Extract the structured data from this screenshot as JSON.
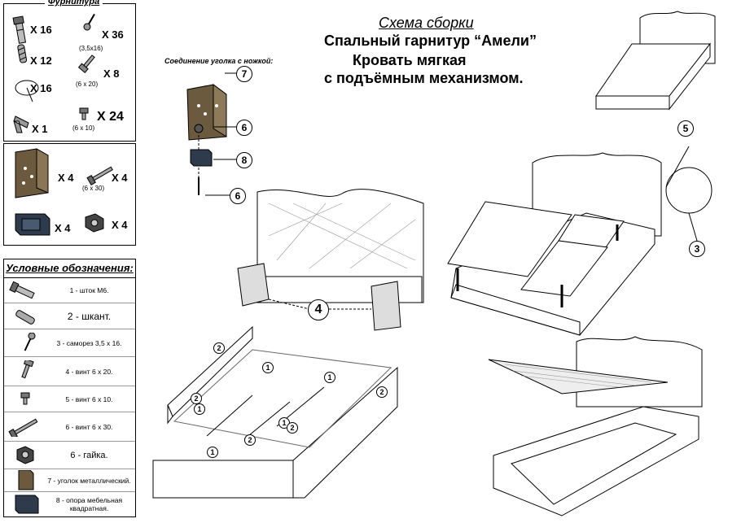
{
  "hardware": {
    "title": "Фурнитура",
    "items": [
      {
        "icon": "rod-icon",
        "qty": "X 16"
      },
      {
        "icon": "screw-icon",
        "qty": "X 36",
        "size": "(3,5x16)"
      },
      {
        "icon": "dowel-icon",
        "qty": "X 12"
      },
      {
        "icon": "bolt-icon",
        "qty": "X 8",
        "size": "(6 x 20)"
      },
      {
        "icon": "washer-icon",
        "qty": "X 16"
      },
      {
        "icon": "short-bolt-icon",
        "qty": "X 24",
        "size": "(6 x 10)"
      },
      {
        "icon": "hex-key-icon",
        "qty": "X 1"
      }
    ]
  },
  "hardware2": {
    "items": [
      {
        "icon": "corner-bracket-icon",
        "qty": "X 4"
      },
      {
        "icon": "long-bolt-icon",
        "qty": "X 4",
        "size": "(6 x 30)"
      },
      {
        "icon": "support-foot-icon",
        "qty": "X 4"
      },
      {
        "icon": "nut-icon",
        "qty": "X 4"
      }
    ]
  },
  "legend": {
    "title": "Условные обозначения:",
    "rows": [
      {
        "icon": "rod-icon",
        "text": "1 - шток М6."
      },
      {
        "icon": "dowel-icon",
        "text": "2 - шкант."
      },
      {
        "icon": "screw-icon",
        "text": "3 - саморез 3,5 х 16."
      },
      {
        "icon": "bolt-icon",
        "text": "4 - винт 6 х 20."
      },
      {
        "icon": "short-bolt-icon",
        "text": "5 - винт 6 х 10."
      },
      {
        "icon": "long-bolt-icon",
        "text": "6 - винт 6 х 30."
      },
      {
        "icon": "nut-icon",
        "text": "6 - гайка."
      },
      {
        "icon": "corner-bracket-icon",
        "text": "7 - уголок металлический."
      },
      {
        "icon": "support-foot-icon",
        "text": "8 - опора мебельная квадратная."
      }
    ]
  },
  "header": {
    "scheme": "Схема сборки",
    "line1": "Спальный гарнитур “Амели”",
    "line2": "Кровать мягкая",
    "line3": "с подъёмным механизмом."
  },
  "corner": {
    "caption": "Соединение уголка с ножкой:",
    "labels": [
      "7",
      "6",
      "8",
      "6"
    ]
  },
  "callouts": {
    "headboard": "4",
    "side_top": "5",
    "side_bottom": "3",
    "one": "1",
    "two": "2"
  }
}
